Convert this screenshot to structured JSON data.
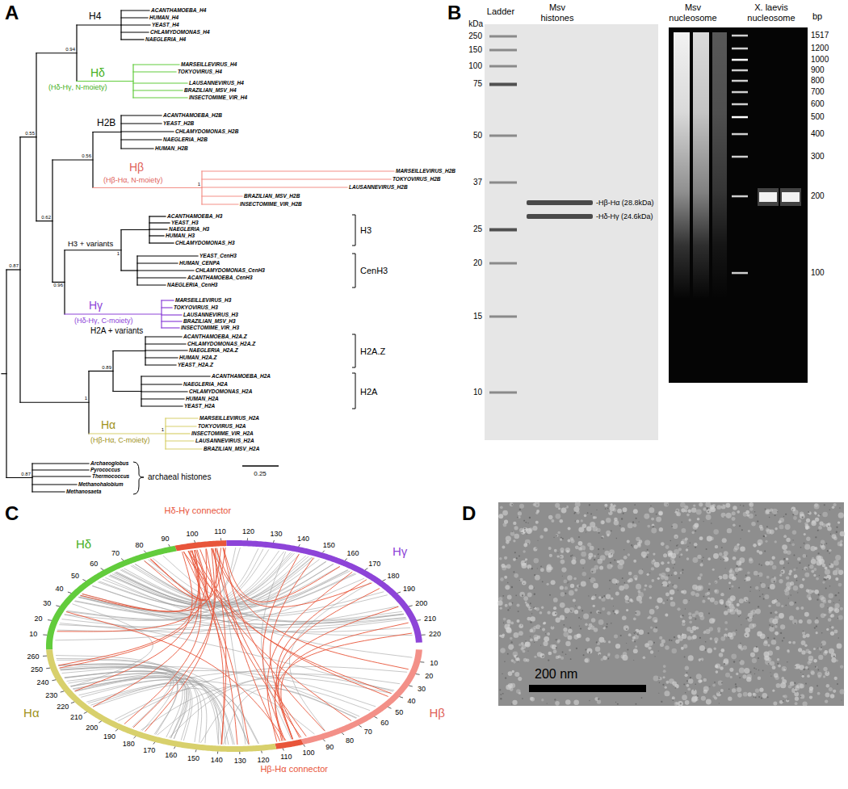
{
  "diagram": {
    "labels": [
      "A",
      "B",
      "C",
      "D",
      "ACANTHAMOEBA_H4",
      "HUMAN_H4",
      "YEAST_H4",
      "CHLAMYDOMONAS_H4",
      "NAEGLERIA_H4",
      "MARSEILLEVIRUS_H4",
      "TOKYOVIRUS_H4",
      "LAUSANNEVIRUS_H4",
      "BRAZILIAN_MSV_H4",
      "INSECTOMIME_VIR_H4",
      "ACANTHAMOEBA_H2B",
      "YEAST_H2B",
      "CHLAMYDOMONAS_H2B",
      "NAEGLERIA_H2B",
      "HUMAN_H2B",
      "MARSEILLEVIRUS_H2B",
      "TOKYOVIRUS_H2B",
      "LAUSANNEVIRUS_H2B",
      "BRAZILIAN_MSV_H2B",
      "INSECTOMIME_VIR_H2B",
      "ACANTHAMOEBA_H3",
      "YEAST_H3",
      "NAEGLERIA_H3",
      "HUMAN_H3",
      "CHLAMYDOMONAS_H3",
      "YEAST_CenH3",
      "HUMAN_CENPA",
      "CHLAMYDOMONAS_CenH3",
      "ACANTHAMOEBA_CenH3",
      "NAEGLERIA_CenH3",
      "MARSEILLEVIRUS_H3",
      "TOKYOVIRUS_H3",
      "LAUSANNEVIRUS_H3",
      "BRAZILIAN_MSV_H3",
      "INSECTOMIME_VIR_H3",
      "ACANTHAMOEBA_H2A.Z",
      "CHLAMYDOMONAS_H2A.Z",
      "NAEGLERIA_H2A.Z",
      "HUMAN_H2A.Z",
      "YEAST_H2A.Z",
      "ACANTHAMOEBA_H2A",
      "NAEGLERIA_H2A",
      "CHLAMYDOMONAS_H2A",
      "HUMAN_H2A",
      "YEAST_H2A",
      "MARSEILLEVIRUS_H2A",
      "TOKYOVIRUS_H2A",
      "INSECTOMIME_VIR_H2A",
      "LAUSANNEVIRUS_H2A",
      "BRAZILIAN_MSV_H2A",
      "Archaeoglobus",
      "Pyrococcus",
      "Thermococcus",
      "Methanohalobium",
      "Methanosaeta",
      "H4",
      "Hδ",
      "(Hδ-Hγ, N-moiety)",
      "H2B",
      "Hβ",
      "(Hβ-Hα, N-moiety)",
      "H3 + variants",
      "H3",
      "CenH3",
      "Hγ",
      "(Hδ-Hγ, C-moiety)",
      "H2A + variants",
      "H2A.Z",
      "H2A",
      "Hα",
      "(Hβ-Hα, C-moiety)",
      "archaeal histones",
      "0.25",
      "0.87",
      "0.55",
      "0.94",
      "0.56",
      "1",
      "0.62",
      "0.96",
      "1",
      "0.89",
      "1",
      "1",
      "0.87",
      "Ladder",
      "Msv histones",
      "kDa",
      "250",
      "150",
      "100",
      "75",
      "50",
      "37",
      "25",
      "20",
      "15",
      "10",
      "-Hβ-Hα (28.8kDa)",
      "-Hδ-Hγ (24.6kDa)",
      "Msv nucleosome",
      "X. laevis nucleosome",
      "bp",
      "1517",
      "1200",
      "1000",
      "900",
      "800",
      "700",
      "600",
      "500",
      "400",
      "300",
      "200",
      "100",
      "Hδ-Hγ connector",
      "Hβ-Hα connector",
      "Hδ",
      "Hγ",
      "Hβ",
      "Hα",
      "10",
      "20",
      "30",
      "40",
      "50",
      "60",
      "70",
      "80",
      "90",
      "100",
      "110",
      "120",
      "130",
      "140",
      "150",
      "160",
      "170",
      "180",
      "190",
      "200",
      "210",
      "220",
      "10",
      "20",
      "30",
      "40",
      "50",
      "60",
      "70",
      "80",
      "90",
      "100",
      "110",
      "120",
      "130",
      "140",
      "150",
      "160",
      "170",
      "180",
      "190",
      "200",
      "210",
      "220",
      "230",
      "240",
      "250",
      "260",
      "200 nm"
    ]
  }
}
